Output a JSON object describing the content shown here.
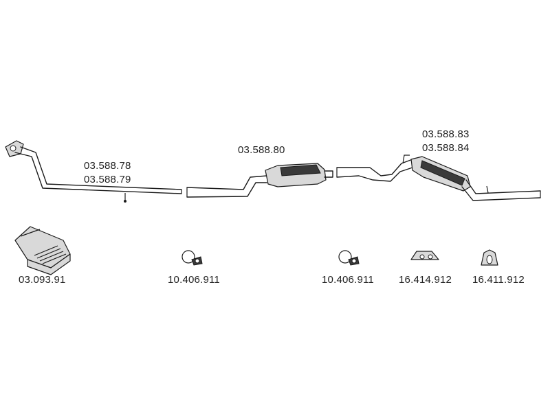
{
  "parts": {
    "front_pipe": {
      "code_a": "03.588.78",
      "code_b": "03.588.79"
    },
    "middle_silencer": {
      "code": "03.588.80"
    },
    "rear_silencer": {
      "code_a": "03.588.83",
      "code_b": "03.588.84"
    },
    "mounting_kit": {
      "code": "03.093.91"
    },
    "clamp_1": {
      "code": "10.406.911"
    },
    "clamp_2": {
      "code": "10.406.911"
    },
    "rubber_mount_1": {
      "code": "16.414.912"
    },
    "rubber_mount_2": {
      "code": "16.411.912"
    }
  }
}
